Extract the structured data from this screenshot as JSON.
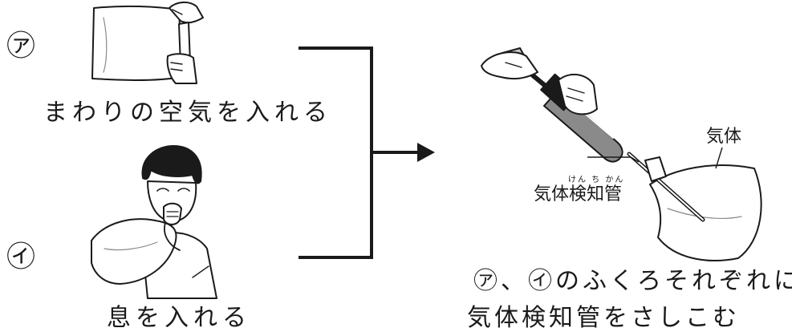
{
  "bag_a": {
    "marker": "㋐",
    "caption": "まわりの空気を入れる"
  },
  "bag_i": {
    "marker": "㋑",
    "caption": "息を入れる"
  },
  "detector": {
    "gas_label": "気体",
    "tube_label": "気体検知管",
    "tube_ruby": "けん ち かん"
  },
  "result": {
    "line1": "㋐、㋑のふくろそれぞれに",
    "line2": "気体検知管をさしこむ"
  },
  "colors": {
    "ink": "#1a1a1a",
    "gray": "#8a8a8a",
    "light_gray": "#c8c8c8"
  }
}
